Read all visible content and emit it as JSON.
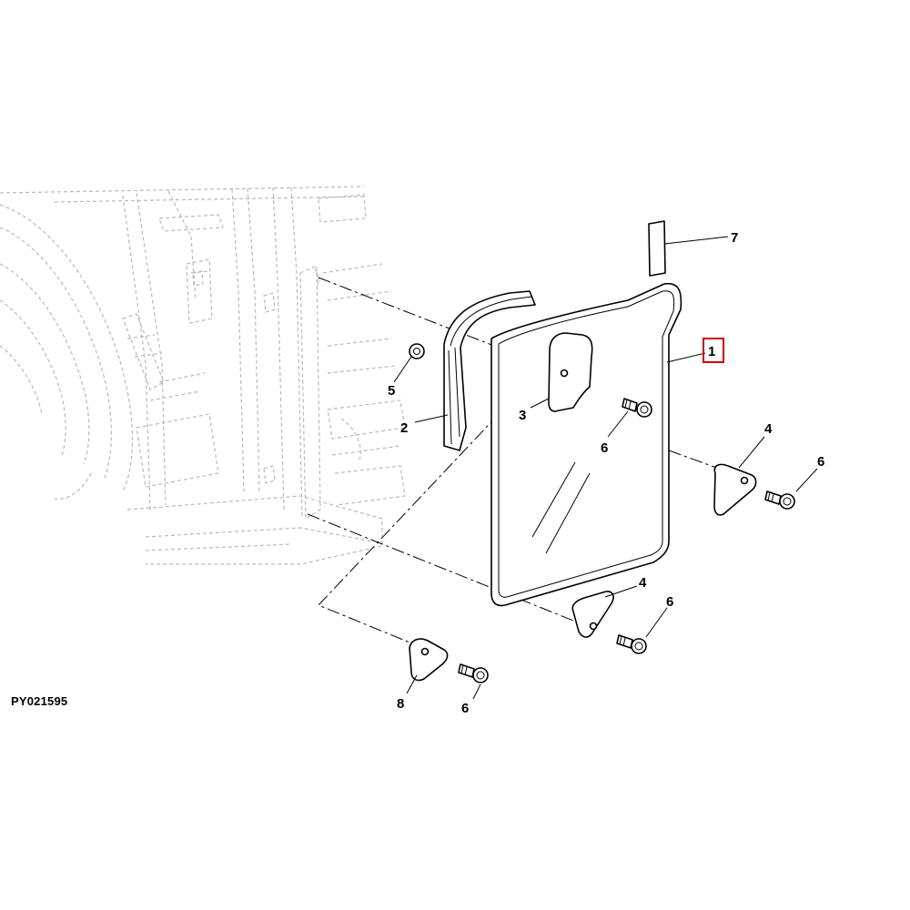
{
  "diagram": {
    "reference_code": "PY021595",
    "highlight_color": "#cc0000",
    "callouts": [
      {
        "id": "c1",
        "label": "1",
        "highlighted": true
      },
      {
        "id": "c2",
        "label": "2"
      },
      {
        "id": "c3",
        "label": "3"
      },
      {
        "id": "c4a",
        "label": "4"
      },
      {
        "id": "c4b",
        "label": "4"
      },
      {
        "id": "c5",
        "label": "5"
      },
      {
        "id": "c6a",
        "label": "6"
      },
      {
        "id": "c6b",
        "label": "6"
      },
      {
        "id": "c6c",
        "label": "6"
      },
      {
        "id": "c6d",
        "label": "6"
      },
      {
        "id": "c7",
        "label": "7"
      },
      {
        "id": "c8",
        "label": "8"
      }
    ]
  }
}
